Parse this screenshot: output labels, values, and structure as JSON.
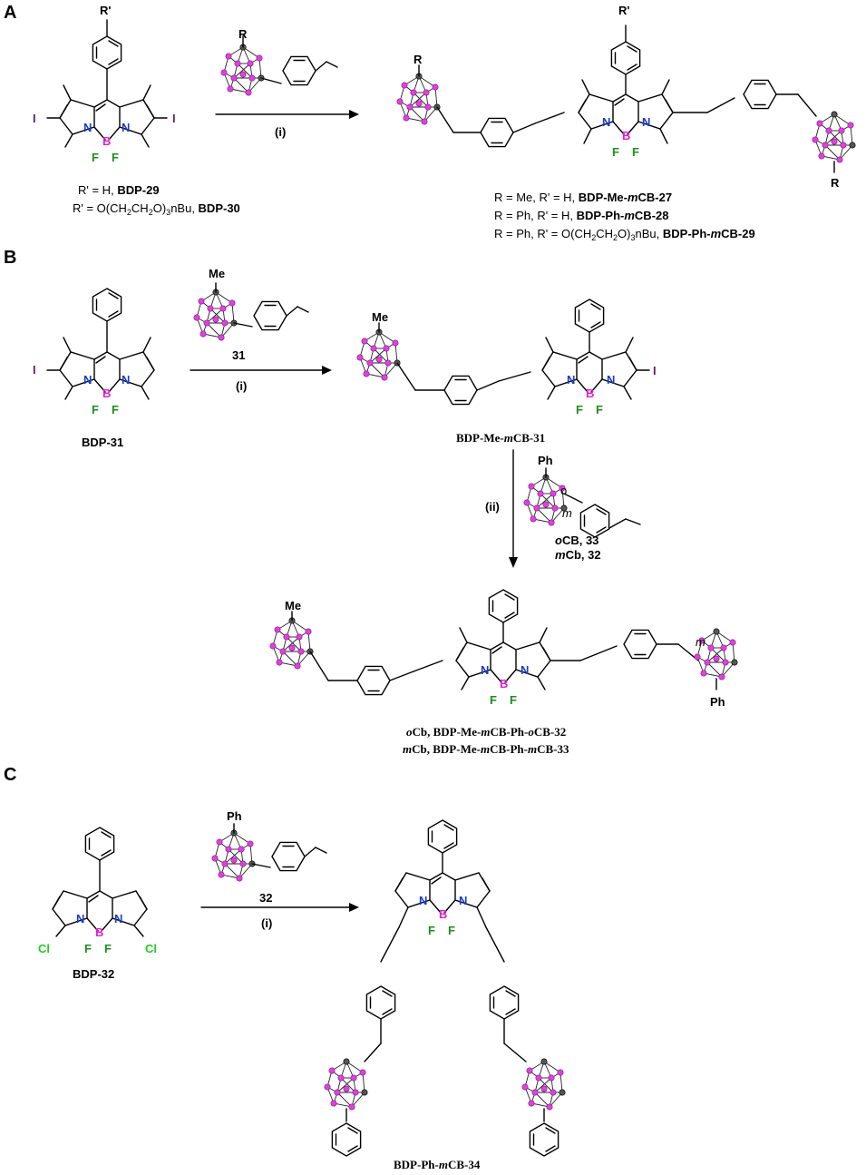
{
  "panels": {
    "a": "A",
    "b": "B",
    "c": "C"
  },
  "atoms": {
    "N": "N",
    "B": "B",
    "F": "F",
    "I": "I",
    "Cl": "Cl",
    "Me": "Me",
    "Ph": "Ph",
    "R": "R",
    "Rp": "R'",
    "o": "o",
    "m": "m"
  },
  "arrows": {
    "step1": "(i)",
    "step2": "(ii)"
  },
  "panel_a": {
    "sub1": "R' = H, ",
    "sub1_cmpd": "BDP-29",
    "sub2": "R' = O(CH",
    "sub2_rest": "CH",
    "sub2_rest2": "O)",
    "sub2_rest3": "nBu, ",
    "sub2_cmpd": "BDP-30",
    "sub_2": "2",
    "sub_3": "3",
    "prod1": "R = Me, R' = H, ",
    "prod1_cmpd_a": "BDP-Me-",
    "prod1_cmpd_m": "m",
    "prod1_cmpd_b": "CB-27",
    "prod2": "R = Ph, R' = H, ",
    "prod2_cmpd_a": "BDP-Ph-",
    "prod2_cmpd_m": "m",
    "prod2_cmpd_b": "CB-28",
    "prod3": "R = Ph, R' = O(CH",
    "prod3_rest": "CH",
    "prod3_rest2": "O)",
    "prod3_rest3": "nBu, ",
    "prod3_cmpd_a": "BDP-Ph-",
    "prod3_cmpd_m": "m",
    "prod3_cmpd_b": "CB-29"
  },
  "panel_b": {
    "reagent": "31",
    "start": "BDP-31",
    "inter_a": "BDP-Me-",
    "inter_m": "m",
    "inter_b": "CB-31",
    "reagent2_o": "o",
    "reagent2_o_rest": "CB, 33",
    "reagent2_m": "m",
    "reagent2_m_rest": "Cb, 32",
    "final1_pre": "o",
    "final1_a": "Cb, BDP-Me-",
    "final1_m": "m",
    "final1_b": "CB-Ph-",
    "final1_o": "o",
    "final1_c": "CB-32",
    "final2_pre": "m",
    "final2_a": "Cb, BDP-Me-",
    "final2_m": "m",
    "final2_b": "CB-Ph-",
    "final2_m2": "m",
    "final2_c": "CB-33"
  },
  "panel_c": {
    "reagent": "32",
    "start": "BDP-32",
    "product_a": "BDP-Ph-",
    "product_m": "m",
    "product_b": "CB-34"
  },
  "colors": {
    "nitrogen": "#1a3cc8",
    "boron": "#e020d0",
    "fluorine": "#1e8e1e",
    "iodine": "#6a1a6a",
    "chlorine": "#22cc22",
    "carborane": "#e040e0"
  }
}
